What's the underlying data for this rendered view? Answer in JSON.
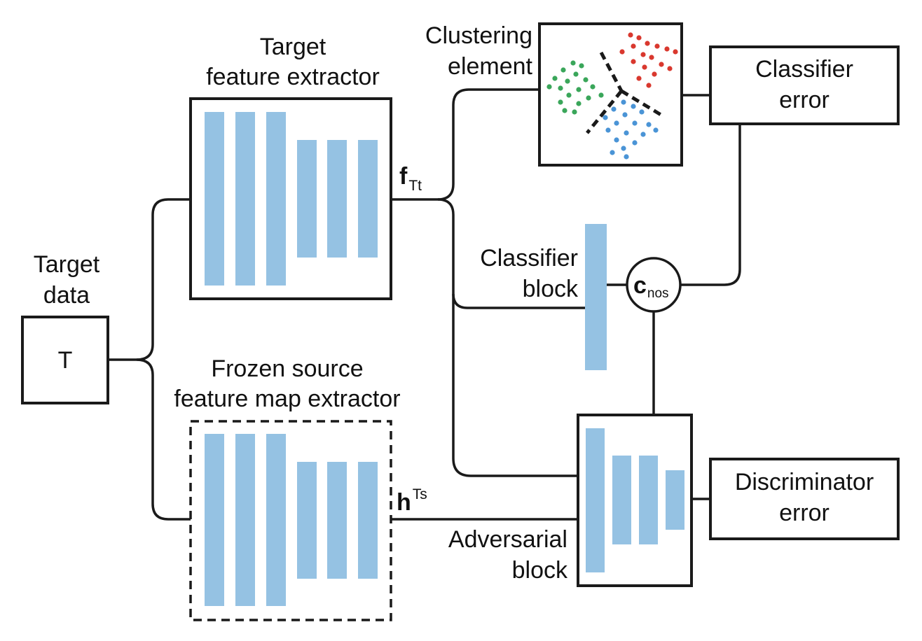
{
  "labels": {
    "target_data_line1": "Target",
    "target_data_line2": "data",
    "target_box": "T",
    "target_extractor_line1": "Target",
    "target_extractor_line2": "feature extractor",
    "frozen_extractor_line1": "Frozen source",
    "frozen_extractor_line2": "feature map extractor",
    "clustering_line1": "Clustering",
    "clustering_line2": "element",
    "classifier_error_line1": "Classifier",
    "classifier_error_line2": "error",
    "classifier_block_line1": "Classifier",
    "classifier_block_line2": "block",
    "adversarial_line1": "Adversarial",
    "adversarial_line2": "block",
    "discriminator_error_line1": "Discriminator",
    "discriminator_error_line2": "error",
    "f_symbol": "f",
    "f_sub": "Tt",
    "h_symbol": "h",
    "h_sup": "Ts",
    "c_symbol": "c",
    "c_sub": "nos"
  },
  "colors": {
    "layer_fill": "#95c2e3",
    "cluster_green": "#3aa65a",
    "cluster_red": "#d9382e",
    "cluster_blue": "#4a94d6",
    "stroke": "#1a1a1a"
  }
}
